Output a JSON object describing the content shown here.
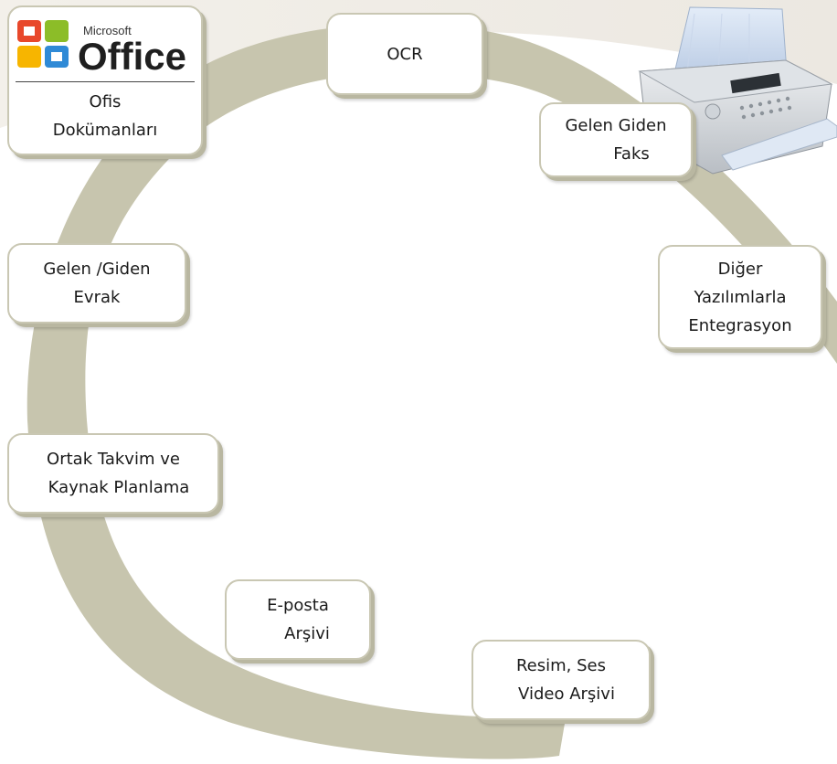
{
  "diagram": {
    "nodes": [
      {
        "id": "office",
        "lines": [
          "Ofis",
          "Dokümanları"
        ]
      },
      {
        "id": "ocr",
        "lines": [
          "OCR"
        ]
      },
      {
        "id": "fax",
        "lines": [
          "Gelen Giden",
          "Faks"
        ]
      },
      {
        "id": "integration",
        "lines": [
          "Diğer",
          "Yazılımlarla",
          "Entegrasyon"
        ]
      },
      {
        "id": "documents",
        "lines": [
          "Gelen /Giden",
          "Evrak"
        ]
      },
      {
        "id": "calendar",
        "lines": [
          "Ortak Takvim ve",
          "Kaynak Planlama"
        ]
      },
      {
        "id": "email",
        "lines": [
          "E-posta",
          "Arşivi"
        ]
      },
      {
        "id": "media",
        "lines": [
          "Resim, Ses",
          "Video Arşivi"
        ]
      }
    ],
    "logo": {
      "brand_small": "Microsoft",
      "brand_large": "Office"
    }
  },
  "colors": {
    "ring": "#c7c5ae",
    "box_border": "#c9c7b3",
    "box_shadow": "#b9b7a1",
    "logo_red": "#e8482b",
    "logo_green": "#8cbd28",
    "logo_blue": "#2f8ad6",
    "logo_yellow": "#f7b500"
  },
  "icons": [
    "microsoft-office-logo",
    "fax-machine-icon"
  ]
}
